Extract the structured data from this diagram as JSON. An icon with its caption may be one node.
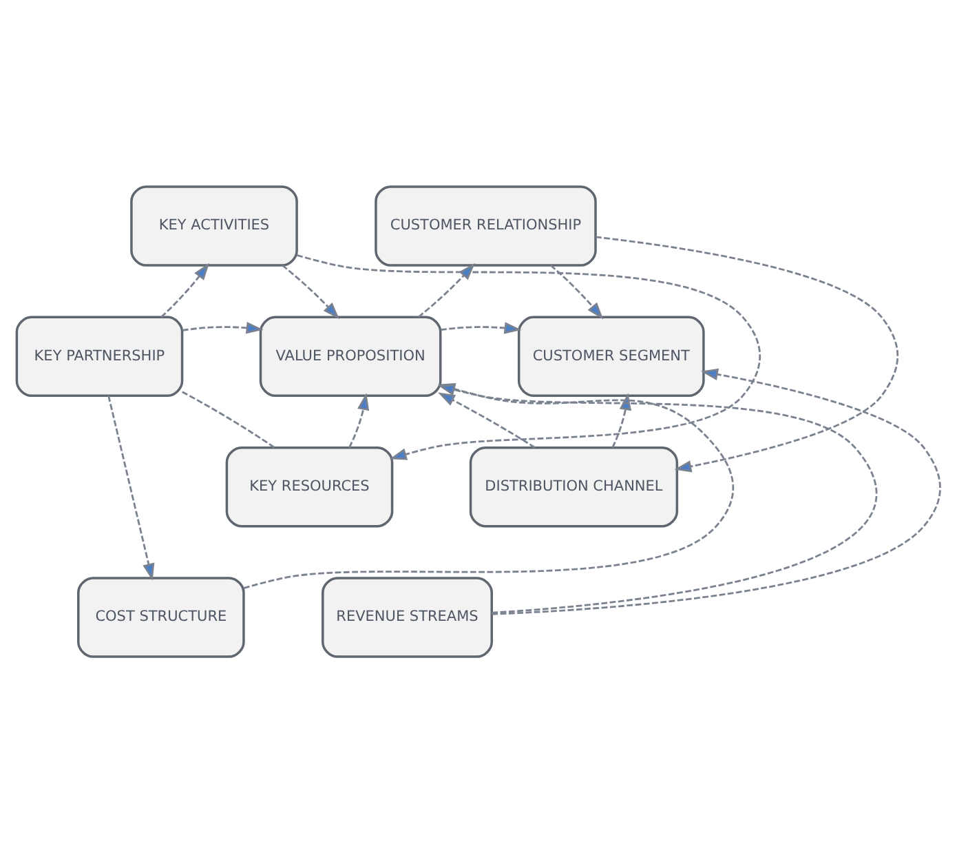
{
  "diagram": {
    "nodes": [
      {
        "text": [
          "KEY ACTIVITIES"
        ]
      },
      {
        "text": [
          "CUSTOMER RELATIONSHIP"
        ]
      },
      {
        "text": [
          "KEY PARTNERSHIP"
        ]
      },
      {
        "text": [
          "VALUE PROPOSITION"
        ]
      },
      {
        "text": [
          "CUSTOMER SEGMENT"
        ]
      },
      {
        "text": [
          "KEY RESOURCES"
        ]
      },
      {
        "text": [
          "DISTRIBUTION CHANNEL"
        ]
      },
      {
        "text": [
          "COST STRUCTURE"
        ]
      },
      {
        "text": [
          "REVENUE STREAMS"
        ]
      }
    ],
    "edges": [
      {
        "from": 2,
        "to": 0,
        "arrow": "to"
      },
      {
        "from": 2,
        "to": 3,
        "arrow": "to"
      },
      {
        "from": 2,
        "to": 5,
        "arrow": "none"
      },
      {
        "from": 2,
        "to": 7,
        "arrow": "to"
      },
      {
        "from": 0,
        "to": 3,
        "arrow": "to"
      },
      {
        "from": 0,
        "to": 5,
        "arrow": "to"
      },
      {
        "from": 3,
        "to": 1,
        "arrow": "to"
      },
      {
        "from": 1,
        "to": 4,
        "arrow": "to"
      },
      {
        "from": 1,
        "to": 6,
        "arrow": "to"
      },
      {
        "from": 3,
        "to": 4,
        "arrow": "to"
      },
      {
        "from": 5,
        "to": 3,
        "arrow": "to"
      },
      {
        "from": 6,
        "to": 3,
        "arrow": "to"
      },
      {
        "from": 7,
        "to": 3,
        "arrow": "to"
      },
      {
        "from": 8,
        "to": 3,
        "arrow": "to"
      },
      {
        "from": 6,
        "to": 4,
        "arrow": "to"
      },
      {
        "from": 8,
        "to": 4,
        "arrow": "to"
      }
    ]
  }
}
